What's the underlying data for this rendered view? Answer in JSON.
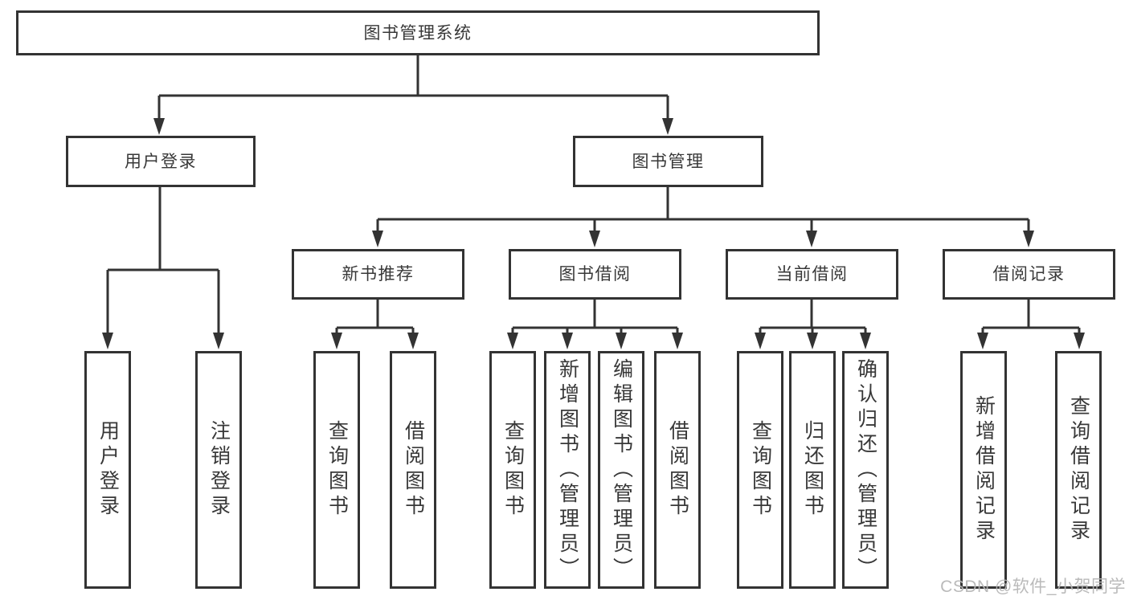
{
  "colors": {
    "line": "#333333",
    "box_border": "#333333",
    "text": "#383838",
    "watermark": "#b5b5b5",
    "background": "#ffffff"
  },
  "tree": {
    "root": {
      "label": "图书管理系统",
      "children": [
        {
          "label": "用户登录",
          "children": [
            {
              "label": "用户登录"
            },
            {
              "label": "注销登录"
            }
          ]
        },
        {
          "label": "图书管理",
          "children": [
            {
              "label": "新书推荐",
              "children": [
                {
                  "label": "查询图书"
                },
                {
                  "label": "借阅图书"
                }
              ]
            },
            {
              "label": "图书借阅",
              "children": [
                {
                  "label": "查询图书"
                },
                {
                  "label": "新增图书（管理员）"
                },
                {
                  "label": "编辑图书（管理员）"
                },
                {
                  "label": "借阅图书"
                }
              ]
            },
            {
              "label": "当前借阅",
              "children": [
                {
                  "label": "查询图书"
                },
                {
                  "label": "归还图书"
                },
                {
                  "label": "确认归还（管理员）"
                }
              ]
            },
            {
              "label": "借阅记录",
              "children": [
                {
                  "label": "新增借阅记录"
                },
                {
                  "label": "查询借阅记录"
                }
              ]
            }
          ]
        }
      ]
    }
  },
  "watermark": {
    "text": "CSDN @软件_小贺同学"
  }
}
